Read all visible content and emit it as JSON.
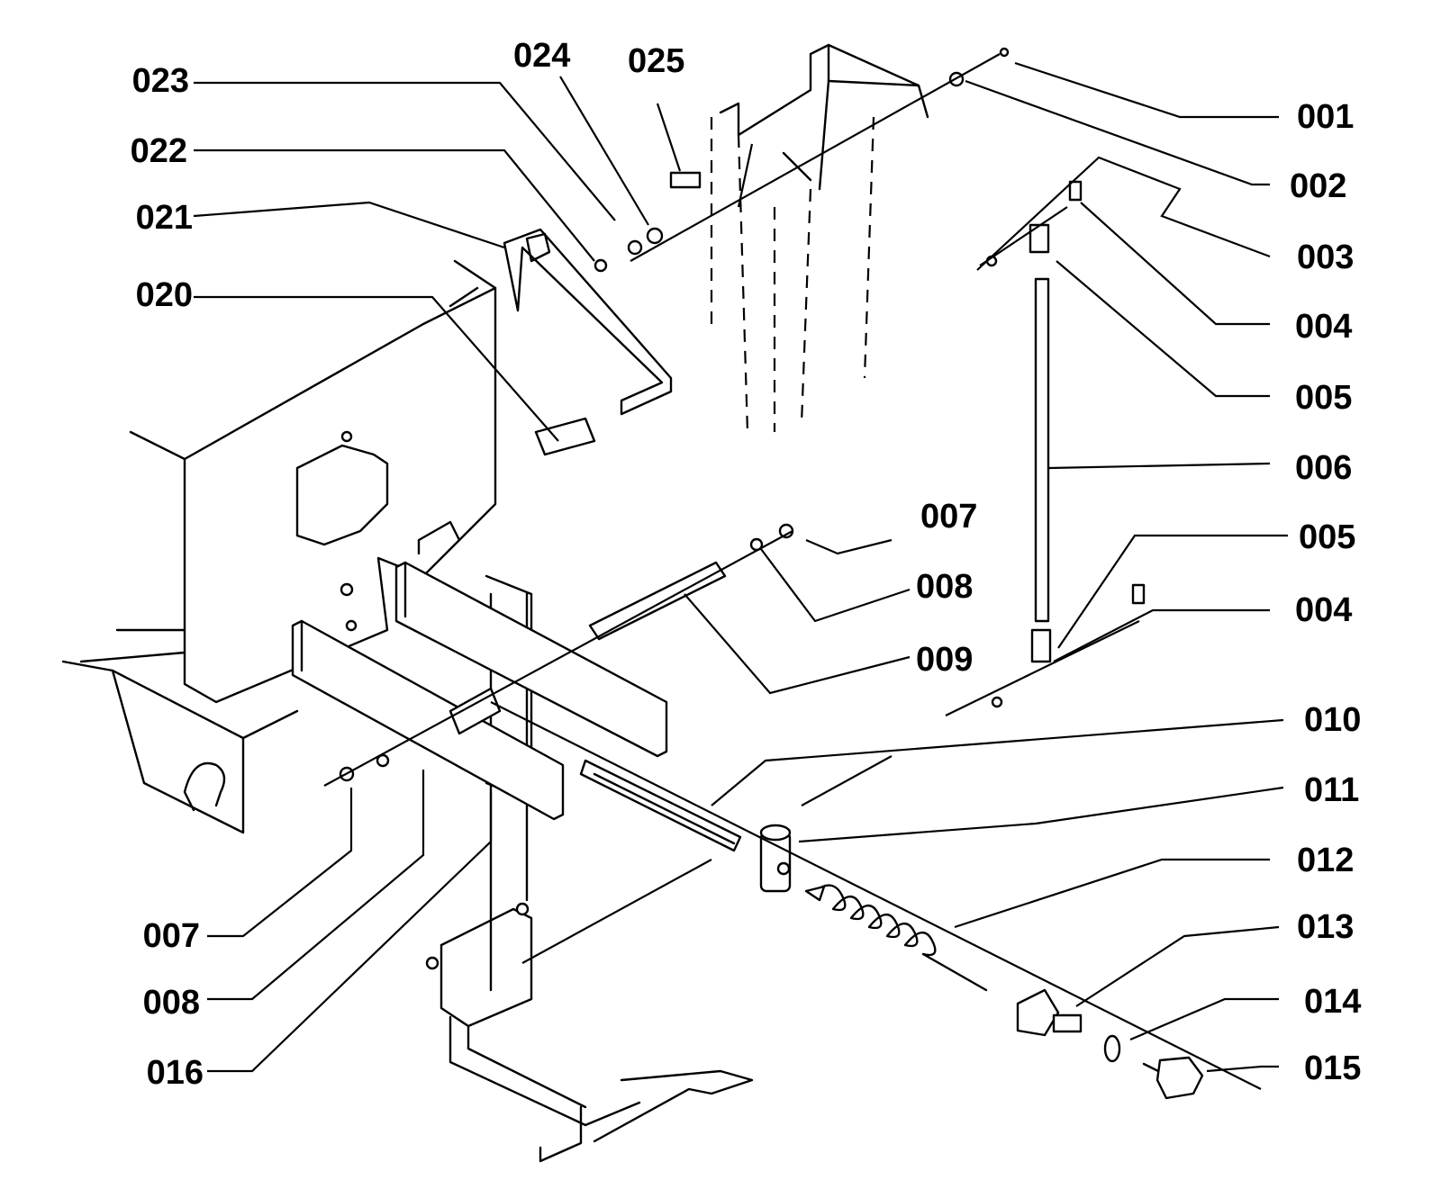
{
  "callouts": {
    "c001": "001",
    "c002": "002",
    "c003": "003",
    "c004a": "004",
    "c005a": "005",
    "c006": "006",
    "c007a": "007",
    "c008a": "008",
    "c009": "009",
    "c005b": "005",
    "c004b": "004",
    "c010": "010",
    "c011": "011",
    "c012": "012",
    "c013": "013",
    "c014": "014",
    "c015": "015",
    "c023": "023",
    "c024": "024",
    "c025": "025",
    "c022": "022",
    "c021": "021",
    "c020": "020",
    "c007b": "007",
    "c008b": "008",
    "c016": "016"
  }
}
